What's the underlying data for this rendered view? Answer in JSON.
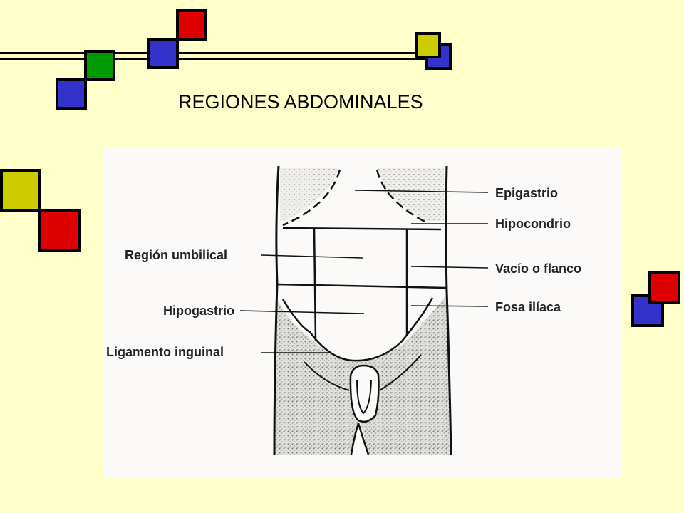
{
  "slide": {
    "title": "REGIONES ABDOMINALES"
  },
  "diagram": {
    "labels_left": [
      "Región umbilical",
      "Hipogastrio",
      "Ligamento inguinal"
    ],
    "labels_right": [
      "Epigastrio",
      "Hipocondrio",
      "Vacío o flanco",
      "Fosa ilíaca"
    ]
  },
  "colors": {
    "background": "#ffffcc",
    "red": "#dd0000",
    "blue": "#3333cc",
    "green": "#009900",
    "yellow": "#cccc00"
  }
}
